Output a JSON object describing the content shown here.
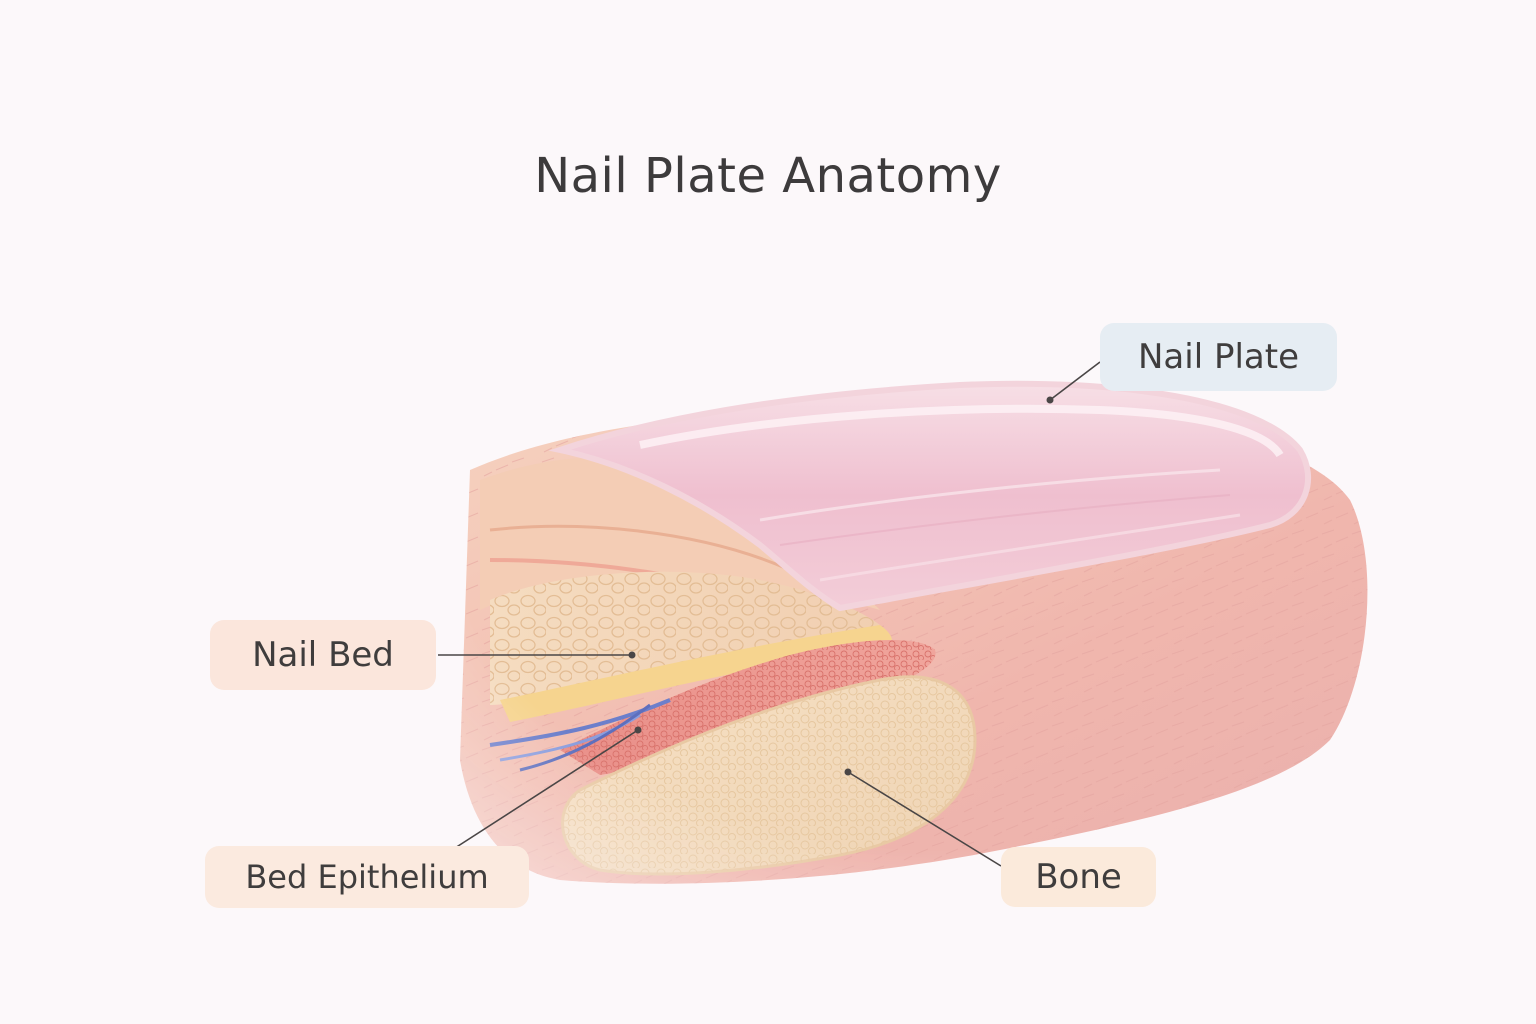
{
  "diagram": {
    "title": "Nail Plate Anatomy",
    "labels": {
      "nail_plate": "Nail Plate",
      "nail_bed": "Nail Bed",
      "bed_epithelium": "Bed Epithelium",
      "bone": "Bone"
    }
  }
}
